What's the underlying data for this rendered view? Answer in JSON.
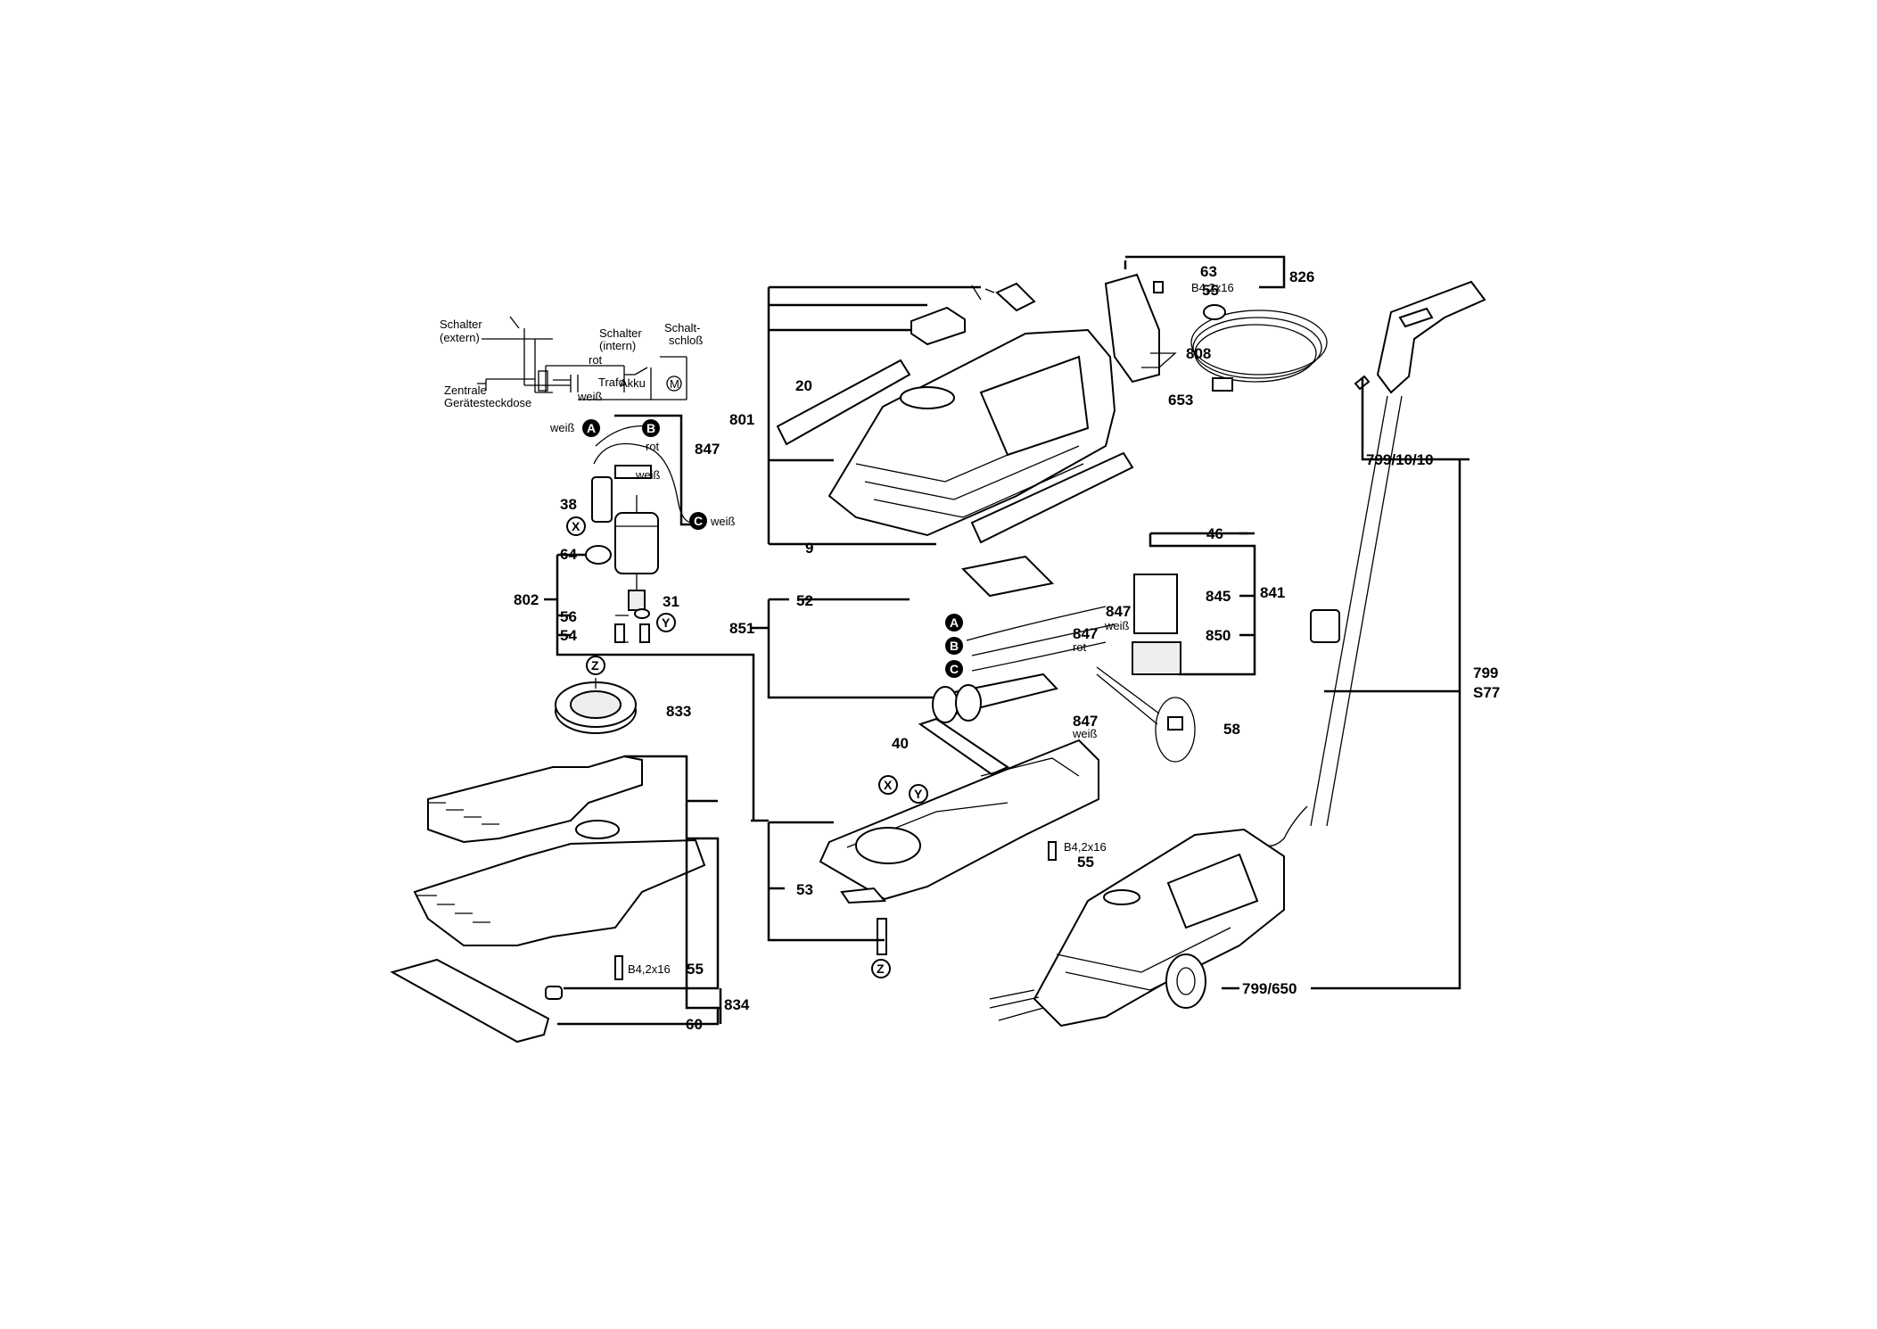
{
  "schematic": {
    "switch_external": [
      "Schalter",
      "(extern)"
    ],
    "switch_internal": [
      "Schalter",
      "(intern)"
    ],
    "keyswitch": [
      "Schalt-",
      "schloß"
    ],
    "wire_rot": "rot",
    "wire_weiss": "weiß",
    "trafo": "Trafo",
    "akku": "Akku",
    "motor": "M",
    "socket": [
      "Zentrale",
      "Gerätesteckdose"
    ]
  },
  "labels": {
    "weiss": "weiß",
    "rot": "rot",
    "screw_b42x16": "B4,2x16"
  },
  "circle_markers": {
    "A": "A",
    "B": "B",
    "C": "C",
    "X": "X",
    "Y": "Y",
    "Z": "Z"
  },
  "part_numbers": {
    "p9": "9",
    "p20": "20",
    "p31": "31",
    "p38": "38",
    "p40": "40",
    "p46": "46",
    "p52": "52",
    "p53": "53",
    "p54": "54",
    "p55": "55",
    "p56": "56",
    "p58": "58",
    "p60": "60",
    "p63": "63",
    "p64": "64",
    "p653": "653",
    "p799": "799",
    "s77": "S77",
    "p799_10_10": "799/10/10",
    "p799_650": "799/650",
    "p801": "801",
    "p802": "802",
    "p808": "808",
    "p826": "826",
    "p833": "833",
    "p834": "834",
    "p841": "841",
    "p845": "845",
    "p847": "847",
    "p850": "850",
    "p851": "851"
  }
}
